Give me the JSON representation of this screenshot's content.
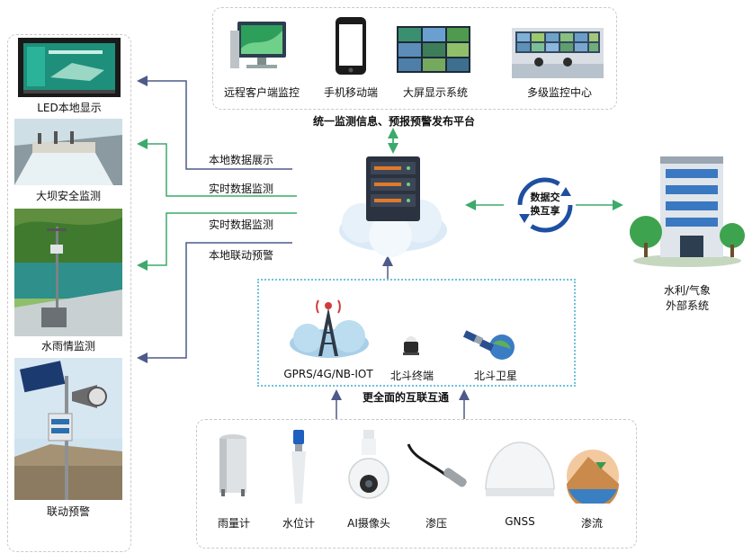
{
  "top_panel": {
    "items": [
      {
        "label": "远程客户端监控",
        "icon": "desktop-monitor-icon"
      },
      {
        "label": "手机移动端",
        "icon": "smartphone-icon"
      },
      {
        "label": "大屏显示系统",
        "icon": "video-wall-icon"
      },
      {
        "label": "多级监控中心",
        "icon": "control-room-icon"
      }
    ],
    "platform_title": "统一监测信息、预报预警发布平台"
  },
  "left_panel": {
    "items": [
      {
        "label": "LED本地显示"
      },
      {
        "label": "大坝安全监测"
      },
      {
        "label": "水雨情监测"
      },
      {
        "label": "联动预警"
      }
    ]
  },
  "flows": [
    "本地数据展示",
    "实时数据监测",
    "实时数据监测",
    "本地联动预警"
  ],
  "exchange": {
    "line1": "数据交",
    "line2": "换互享"
  },
  "external": {
    "line1": "水利/气象",
    "line2": "外部系统"
  },
  "network": {
    "items": [
      {
        "label": "GPRS/4G/NB-IOT",
        "icon": "cell-tower-icon"
      },
      {
        "label": "北斗终端",
        "icon": "beidou-terminal-icon"
      },
      {
        "label": "北斗卫星",
        "icon": "satellite-icon"
      }
    ],
    "caption": "更全面的互联互通"
  },
  "sensors": {
    "items": [
      {
        "label": "雨量计",
        "icon": "rain-gauge-icon"
      },
      {
        "label": "水位计",
        "icon": "water-level-gauge-icon"
      },
      {
        "label": "AI摄像头",
        "icon": "dome-camera-icon"
      },
      {
        "label": "渗压",
        "icon": "piezometer-icon"
      },
      {
        "label": "GNSS",
        "icon": "gnss-antenna-icon"
      },
      {
        "label": "渗流",
        "icon": "seepage-icon"
      }
    ]
  },
  "colors": {
    "arrow_blue": "#4d5a8a",
    "arrow_green": "#3caa6a",
    "dot_border": "#6fc2dc",
    "dash_border": "#c9c9c9"
  }
}
